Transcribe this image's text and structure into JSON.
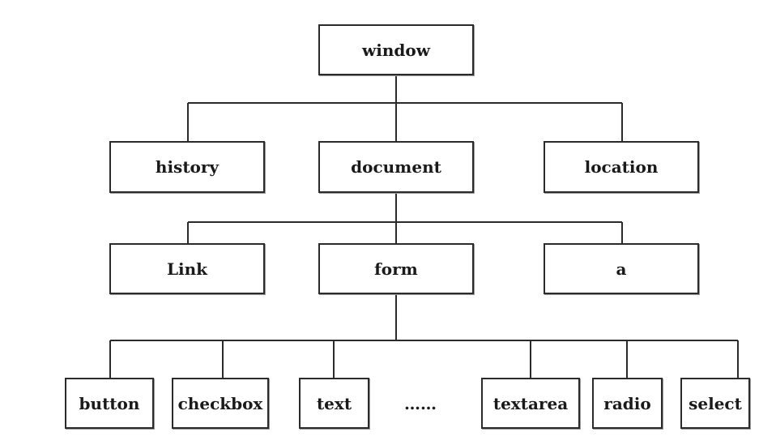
{
  "diagram": {
    "nodes": {
      "window": "window",
      "history": "history",
      "document": "document",
      "location": "location",
      "link": "Link",
      "form": "form",
      "a": "a",
      "button": "button",
      "checkbox": "checkbox",
      "text": "text",
      "ellipsis": "……",
      "textarea": "textarea",
      "radio": "radio",
      "select": "select"
    },
    "edges": [
      [
        "window",
        "history"
      ],
      [
        "window",
        "document"
      ],
      [
        "window",
        "location"
      ],
      [
        "document",
        "link"
      ],
      [
        "document",
        "form"
      ],
      [
        "document",
        "a"
      ],
      [
        "form",
        "button"
      ],
      [
        "form",
        "checkbox"
      ],
      [
        "form",
        "text"
      ],
      [
        "form",
        "textarea"
      ],
      [
        "form",
        "radio"
      ],
      [
        "form",
        "select"
      ]
    ],
    "colors": {
      "line": "#2b2b2b",
      "box_border": "#2b2b2b",
      "text": "#1a1a1a",
      "background": "#ffffff"
    }
  }
}
